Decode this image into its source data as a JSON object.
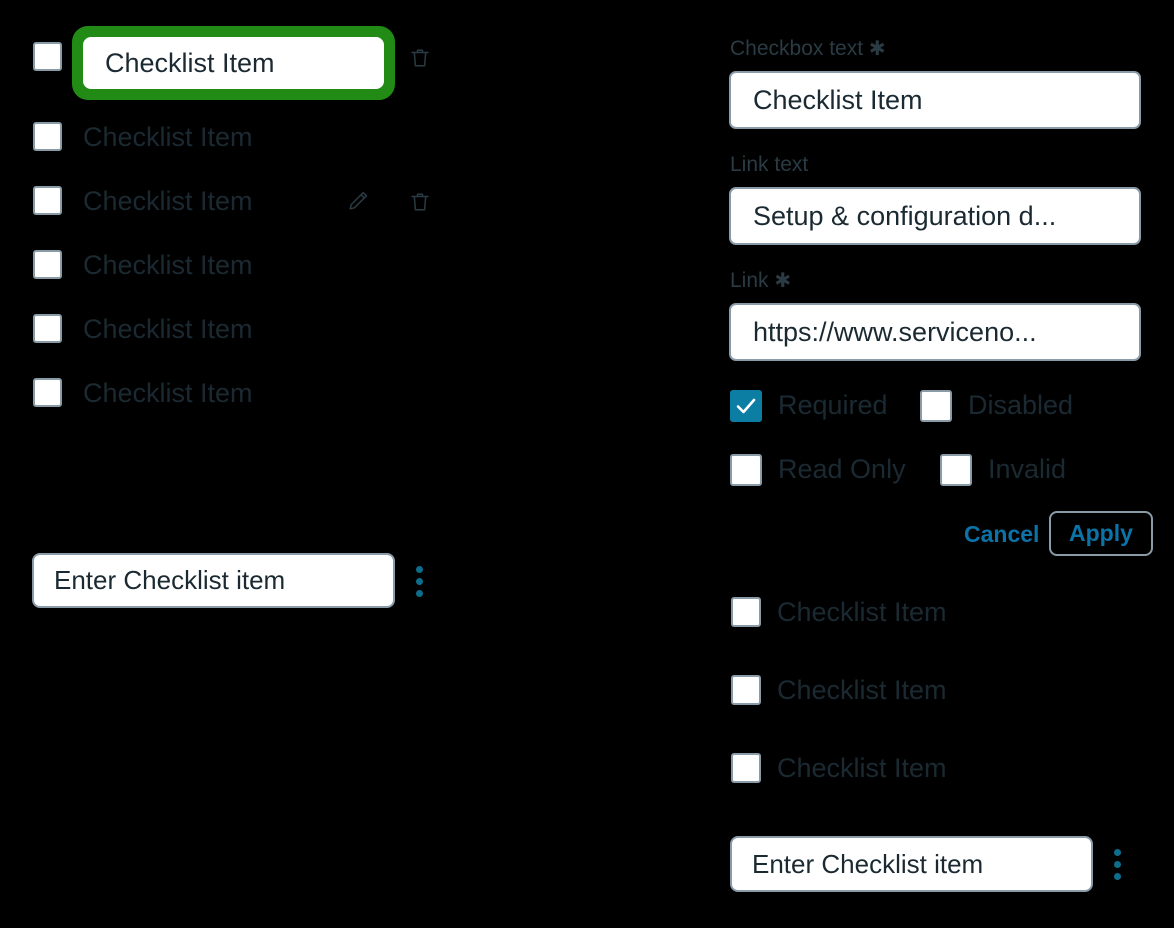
{
  "left_panel": {
    "editing_row": {
      "value": "Checklist Item",
      "delete_icon": "trash-icon"
    },
    "items": [
      {
        "label": "Checklist Item"
      },
      {
        "label": "Checklist Item",
        "edit_icon": "pencil-icon",
        "delete_icon": "trash-icon"
      },
      {
        "label": "Checklist Item"
      },
      {
        "label": "Checklist Item"
      },
      {
        "label": "Checklist Item"
      }
    ],
    "entry": {
      "placeholder": "Enter Checklist item",
      "value": "Enter Checklist item",
      "menu_icon": "kebab-menu-icon"
    }
  },
  "right_panel": {
    "fields": [
      {
        "label": "Checkbox text",
        "required_marker": "✱",
        "value": "Checklist Item"
      },
      {
        "label": "Link text",
        "required_marker": "",
        "value": "Setup & configuration d..."
      },
      {
        "label": "Link",
        "required_marker": "✱",
        "value": "https://www.serviceno..."
      }
    ],
    "options": [
      {
        "label": "Required",
        "checked": true
      },
      {
        "label": "Disabled",
        "checked": false
      },
      {
        "label": "Read Only",
        "checked": false
      },
      {
        "label": "Invalid",
        "checked": false
      }
    ],
    "actions": {
      "cancel_label": "Cancel",
      "apply_label": "Apply"
    },
    "items": [
      {
        "label": "Checklist Item"
      },
      {
        "label": "Checklist Item"
      },
      {
        "label": "Checklist Item"
      }
    ],
    "entry": {
      "placeholder": "Enter Checklist item",
      "value": "Enter Checklist item",
      "menu_icon": "kebab-menu-icon"
    }
  },
  "colors": {
    "background": "#000000",
    "focus_ring_green": "#228B16",
    "checkbox_checked_teal": "#0d7ea3",
    "action_blue": "#0b73a8",
    "kebab_teal": "#0d6e8c",
    "text_dark": "#1b2a32",
    "border_gray": "#8a9ba8"
  }
}
